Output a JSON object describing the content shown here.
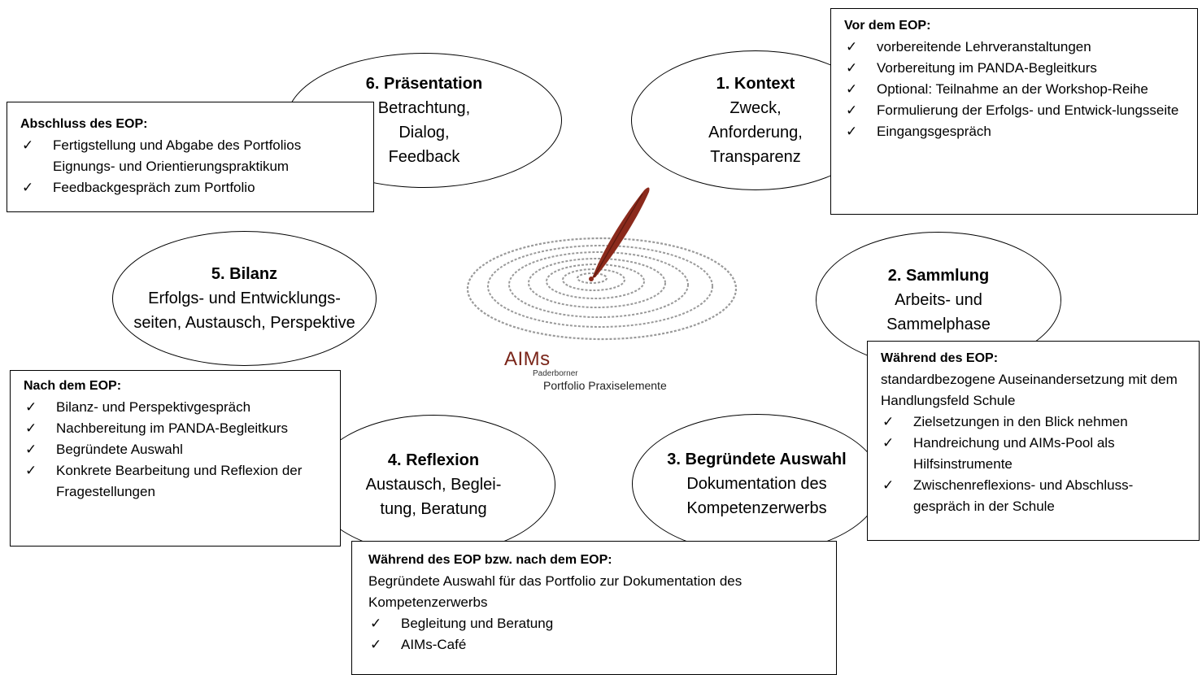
{
  "ellipses": {
    "praesentation": {
      "title": "6. Präsentation",
      "lines": [
        "Betrachtung,",
        "Dialog,",
        "Feedback"
      ]
    },
    "kontext": {
      "title": "1. Kontext",
      "lines": [
        "Zweck,",
        "Anforderung,",
        "Transparenz"
      ]
    },
    "bilanz": {
      "title": "5. Bilanz",
      "lines": [
        "Erfolgs- und Entwicklungs-",
        "seiten, Austausch, Perspektive"
      ]
    },
    "sammlung": {
      "title": "2. Sammlung",
      "lines": [
        "Arbeits- und",
        "Sammelphase"
      ]
    },
    "reflexion": {
      "title": "4. Reflexion",
      "lines": [
        "Austausch, Beglei-",
        "tung, Beratung"
      ]
    },
    "auswahl": {
      "title": "3. Begründete Auswahl",
      "lines": [
        "Dokumentation des",
        "Kompetenzerwerbs"
      ]
    }
  },
  "boxes": {
    "abschluss": {
      "title": "Abschluss des EOP:",
      "items": [
        "Fertigstellung und Abgabe des Portfolios Eignungs- und Orientierungspraktikum",
        "Feedbackgespräch zum Portfolio"
      ]
    },
    "vor": {
      "title": "Vor dem EOP:",
      "items": [
        "vorbereitende Lehrveranstaltungen",
        "Vorbereitung im PANDA-Begleitkurs",
        "Optional: Teilnahme an der Workshop-Reihe",
        "Formulierung der Erfolgs- und Entwick-lungsseite",
        "Eingangsgespräch"
      ]
    },
    "nach": {
      "title": "Nach dem EOP:",
      "items": [
        "Bilanz- und Perspektivgespräch",
        "Nachbereitung im PANDA-Begleitkurs",
        "Begründete Auswahl",
        "Konkrete Bearbeitung und Reflexion der Fragestellungen"
      ]
    },
    "waehrend": {
      "title": "Während des EOP:",
      "text": "standardbezogene Auseinandersetzung mit dem Handlungsfeld Schule",
      "items": [
        "Zielsetzungen in den Blick nehmen",
        "Handreichung und AIMs-Pool als Hilfsinstrumente",
        "Zwischenreflexions- und Abschluss-gespräch in der Schule"
      ]
    },
    "waehrend_nach": {
      "title": "Während des EOP bzw. nach dem EOP:",
      "text": "Begründete Auswahl für das Portfolio zur Dokumentation des Kompetenzerwerbs",
      "items": [
        "Begleitung und Beratung",
        "AIMs-Café"
      ]
    }
  },
  "check_mark": "✓",
  "logo": {
    "name": "AIMs",
    "line1": "Paderborner",
    "line2": "Portfolio Praxiselemente",
    "accent_color": "#8b2a1c"
  }
}
